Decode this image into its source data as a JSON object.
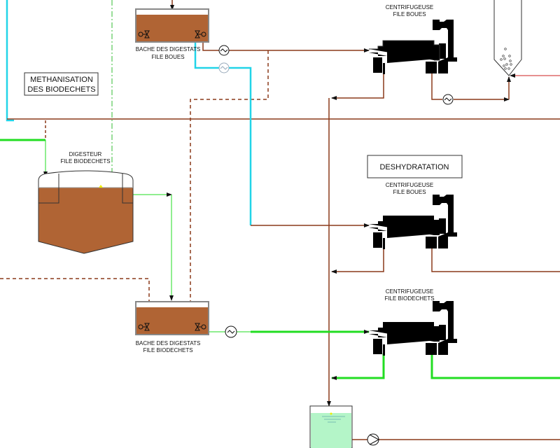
{
  "sections": {
    "methanisation": [
      "METHANISATION",
      "DES BIODECHETS"
    ],
    "deshydratation": "DESHYDRATATION"
  },
  "equipment": {
    "bache_boues": [
      "BACHE DES DIGESTATS",
      "FILE BOUES"
    ],
    "digesteur": [
      "DIGESTEUR",
      "FILE BIODECHETS"
    ],
    "bache_biodechets": [
      "BACHE DES DIGESTATS",
      "FILE BIODECHETS"
    ],
    "centrifugeuse_1": [
      "CENTRIFUGEUSE",
      "FILE BOUES"
    ],
    "centrifugeuse_2": [
      "CENTRIFUGEUSE",
      "FILE BOUES"
    ],
    "centrifugeuse_3": [
      "CENTRIFUGEUSE",
      "FILE BIODECHETS"
    ]
  },
  "colors": {
    "sludge": "#b06434",
    "digestate_line": "#8b3a1a",
    "biowaste_line": "#22dd22",
    "water_line": "#22d4e8",
    "air_line": "#cc2222",
    "inactive_equipment": "#8fb4d8",
    "clear_water": "#b4f5c8"
  }
}
